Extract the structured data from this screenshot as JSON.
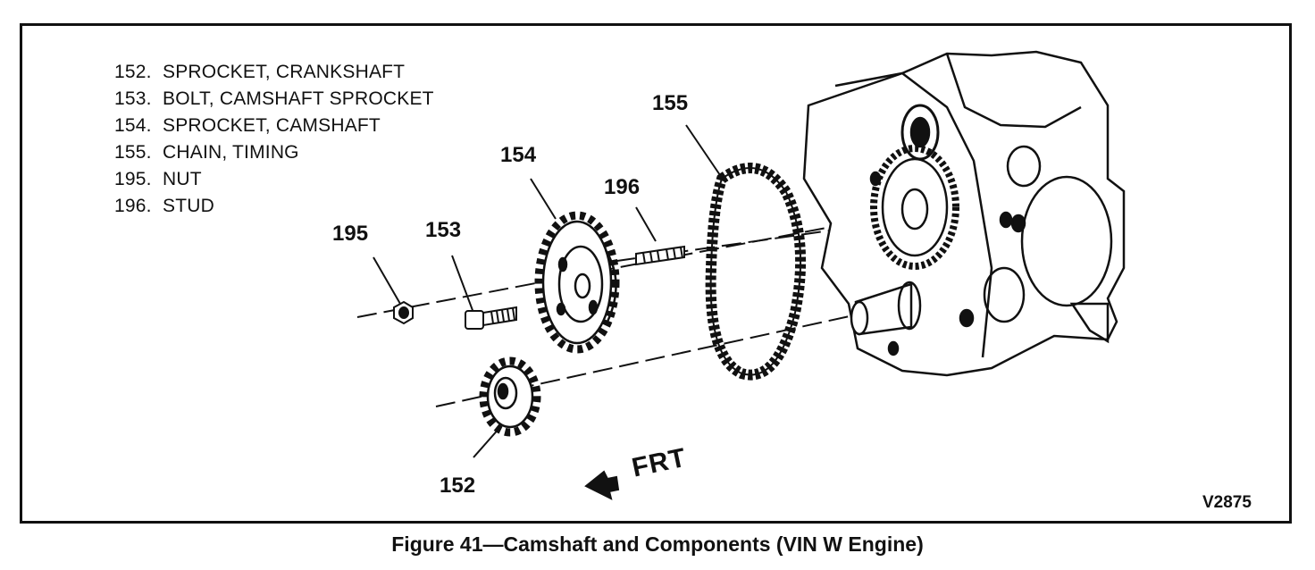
{
  "legend": [
    {
      "num": "152.",
      "label": "SPROCKET, CRANKSHAFT"
    },
    {
      "num": "153.",
      "label": "BOLT, CAMSHAFT SPROCKET"
    },
    {
      "num": "154.",
      "label": "SPROCKET, CAMSHAFT"
    },
    {
      "num": "155.",
      "label": "CHAIN, TIMING"
    },
    {
      "num": "195.",
      "label": "NUT"
    },
    {
      "num": "196.",
      "label": "STUD"
    }
  ],
  "callouts": {
    "c152": "152",
    "c153": "153",
    "c154": "154",
    "c155": "155",
    "c195": "195",
    "c196": "196"
  },
  "direction_label": "FRT",
  "figure_code": "V2875",
  "caption": "Figure 41—Camshaft and Components (VIN W Engine)"
}
